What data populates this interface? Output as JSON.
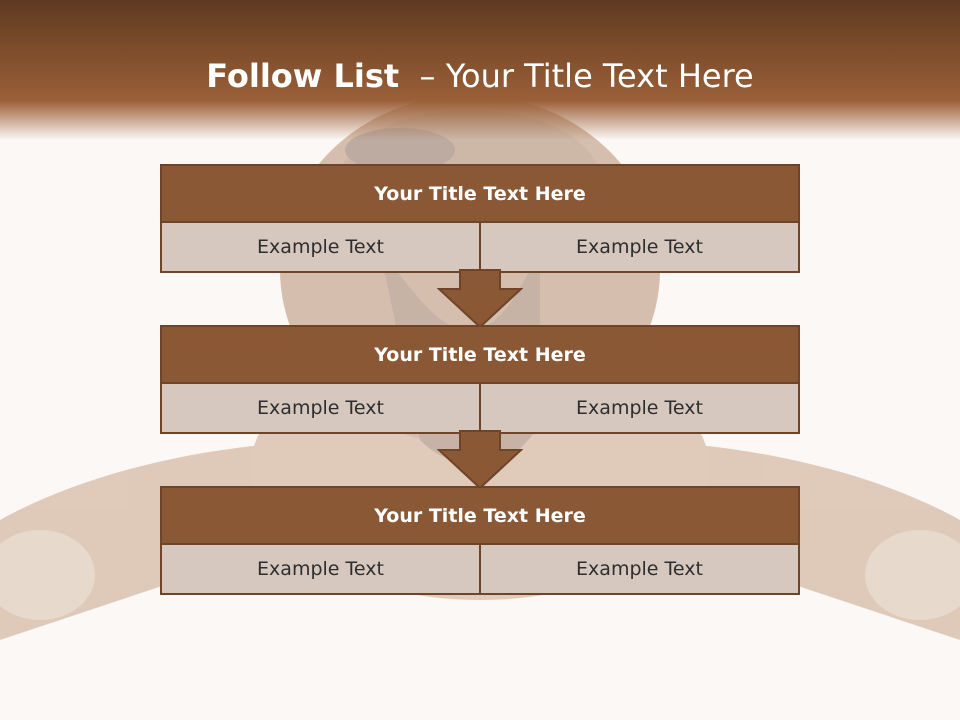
{
  "slide": {
    "title_bold": "Follow List",
    "title_rest": "  – Your Title Text Here"
  },
  "steps": [
    {
      "title": "Your Title Text Here",
      "cells": [
        "Example Text",
        "Example Text"
      ]
    },
    {
      "title": "Your Title Text Here",
      "cells": [
        "Example Text",
        "Example Text"
      ]
    },
    {
      "title": "Your Title Text Here",
      "cells": [
        "Example Text",
        "Example Text"
      ]
    }
  ],
  "colors": {
    "header": "#7d4c2b",
    "box_title": "#8b5836",
    "box_cell": "#d6c7bf",
    "border": "#6f4428",
    "background": "#fcf8f5"
  }
}
